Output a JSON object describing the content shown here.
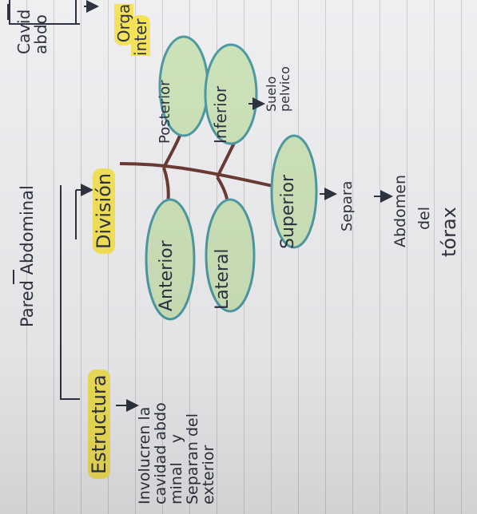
{
  "title": {
    "text": "Pared Abdominal"
  },
  "structure": {
    "label": "Estructura",
    "description": "Involucren la\ncavidad abdo\nminal    y\nSeparan del\nexterior"
  },
  "division": {
    "label": "División",
    "leaves": {
      "anterior": "Anterior",
      "posterior": "Posterior",
      "lateral": "Lateral",
      "inferior": "Inferior",
      "superior": "Superior"
    },
    "notes": {
      "inferior_note": "Suelo\npelvico",
      "superior_note": "Separa",
      "superior_arrow_1": "Abdomen",
      "superior_arrow_2": "del",
      "superior_arrow_3": "tórax"
    }
  },
  "top_right": {
    "cavity_label": "Cavid\nabdo",
    "organs_label": "Orga\ninter"
  },
  "colors": {
    "paper": "#efeff2",
    "rule_line": "#8a92c0",
    "ink": "#2d3340",
    "highlight_yellow": "#f4e35a",
    "leaf_fill": "#cde3b9",
    "leaf_outline": "#4e9aa3",
    "branch_brown": "#6a3b34"
  }
}
